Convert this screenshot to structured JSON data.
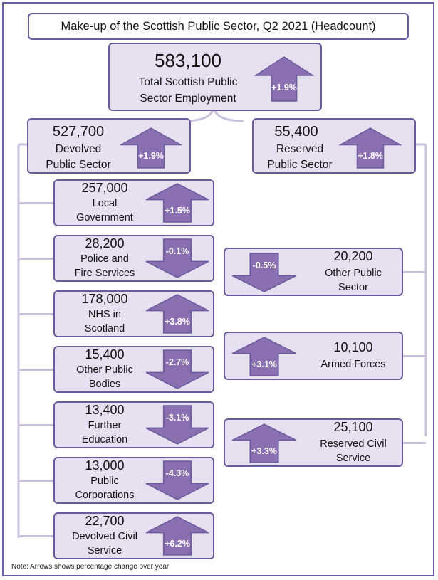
{
  "title": "Make-up of the Scottish Public Sector, Q2 2021 (Headcount)",
  "total": {
    "value": "583,100",
    "label_line1": "Total Scottish Public",
    "label_line2": "Sector Employment",
    "change": "+1.9%",
    "direction": "up"
  },
  "devolved": {
    "value": "527,700",
    "label_line1": "Devolved",
    "label_line2": "Public Sector",
    "change": "+1.9%",
    "direction": "up"
  },
  "reserved": {
    "value": "55,400",
    "label_line1": "Reserved",
    "label_line2": "Public Sector",
    "change": "+1.8%",
    "direction": "up"
  },
  "devolved_items": [
    {
      "value": "257,000",
      "label_line1": "Local",
      "label_line2": "Government",
      "change": "+1.5%",
      "direction": "up"
    },
    {
      "value": "28,200",
      "label_line1": "Police and",
      "label_line2": "Fire Services",
      "change": "-0.1%",
      "direction": "down"
    },
    {
      "value": "178,000",
      "label_line1": "NHS in",
      "label_line2": "Scotland",
      "change": "+3.8%",
      "direction": "up"
    },
    {
      "value": "15,400",
      "label_line1": "Other Public",
      "label_line2": "Bodies",
      "change": "-2.7%",
      "direction": "down"
    },
    {
      "value": "13,400",
      "label_line1": "Further",
      "label_line2": "Education",
      "change": "-3.1%",
      "direction": "down"
    },
    {
      "value": "13,000",
      "label_line1": "Public",
      "label_line2": "Corporations",
      "change": "-4.3%",
      "direction": "down"
    },
    {
      "value": "22,700",
      "label_line1": "Devolved Civil",
      "label_line2": "Service",
      "change": "+6.2%",
      "direction": "up"
    }
  ],
  "reserved_items": [
    {
      "value": "20,200",
      "label_line1": "Other Public",
      "label_line2": "Sector",
      "change": "-0.5%",
      "direction": "down"
    },
    {
      "value": "10,100",
      "label_line1": "Armed Forces",
      "label_line2": "",
      "change": "+3.1%",
      "direction": "up"
    },
    {
      "value": "25,100",
      "label_line1": "Reserved Civil",
      "label_line2": "Service",
      "change": "+3.3%",
      "direction": "up"
    }
  ],
  "note": "Note: Arrows shows percentage change over year",
  "colors": {
    "box_fill": "#e6e0f0",
    "box_border": "#6a5a9e",
    "arrow_fill": "#8a70b0",
    "arrow_stroke": "#6a5a9e",
    "connector": "#c9c0dc"
  }
}
